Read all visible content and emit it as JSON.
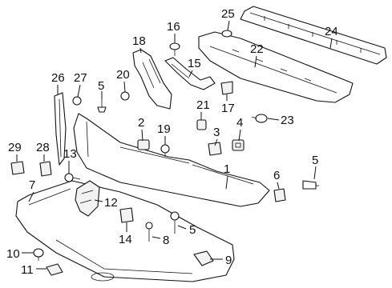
{
  "diagram": {
    "callouts": [
      {
        "id": "c1",
        "label": "1"
      },
      {
        "id": "c2",
        "label": "2"
      },
      {
        "id": "c3",
        "label": "3"
      },
      {
        "id": "c4",
        "label": "4"
      },
      {
        "id": "c5a",
        "label": "5"
      },
      {
        "id": "c5b",
        "label": "5"
      },
      {
        "id": "c5c",
        "label": "5"
      },
      {
        "id": "c6",
        "label": "6"
      },
      {
        "id": "c7",
        "label": "7"
      },
      {
        "id": "c8",
        "label": "8"
      },
      {
        "id": "c9",
        "label": "9"
      },
      {
        "id": "c10",
        "label": "10"
      },
      {
        "id": "c11",
        "label": "11"
      },
      {
        "id": "c12",
        "label": "12"
      },
      {
        "id": "c13",
        "label": "13"
      },
      {
        "id": "c14",
        "label": "14"
      },
      {
        "id": "c15",
        "label": "15"
      },
      {
        "id": "c16",
        "label": "16"
      },
      {
        "id": "c17",
        "label": "17"
      },
      {
        "id": "c18",
        "label": "18"
      },
      {
        "id": "c19",
        "label": "19"
      },
      {
        "id": "c20",
        "label": "20"
      },
      {
        "id": "c21",
        "label": "21"
      },
      {
        "id": "c22",
        "label": "22"
      },
      {
        "id": "c23",
        "label": "23"
      },
      {
        "id": "c24",
        "label": "24"
      },
      {
        "id": "c25",
        "label": "25"
      },
      {
        "id": "c26",
        "label": "26"
      },
      {
        "id": "c27",
        "label": "27"
      },
      {
        "id": "c28",
        "label": "28"
      },
      {
        "id": "c29",
        "label": "29"
      }
    ]
  }
}
